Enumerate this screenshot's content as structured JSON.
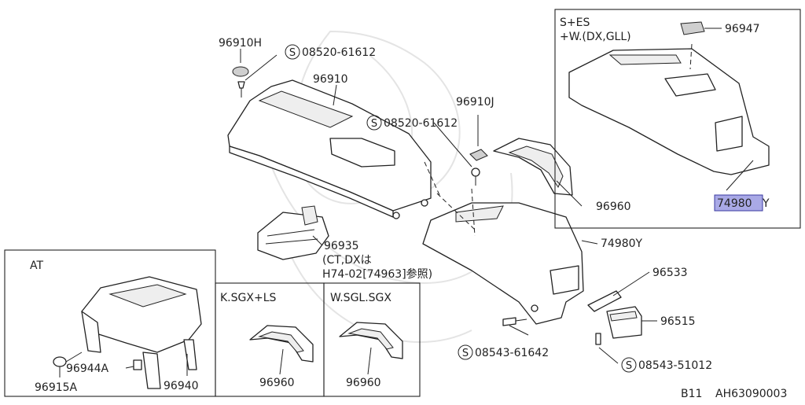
{
  "parts": {
    "p96910H": "96910H",
    "p96910": "96910",
    "s08520_a": "08520-61612",
    "s08520_b": "08520-61612",
    "p96910J": "96910J",
    "p96960_main": "96960",
    "p74980Y_main": "74980Y",
    "p96935": "96935",
    "note_ct1": "(CT,DXは",
    "note_ct2": "H74-02[74963]参照)",
    "p96533": "96533",
    "p96515": "96515",
    "s08543_a": "08543-61642",
    "s08543_b": "08543-51012",
    "p96947": "96947",
    "inset_es_1": "S+ES",
    "inset_es_2": "+W.(DX,GLL)",
    "p74980_inset": "74980",
    "p74980_inset_suffix": "Y",
    "at_label": "AT",
    "p96944A": "96944A",
    "p96915A": "96915A",
    "p96940": "96940",
    "ksgx_label": "K.SGX+LS",
    "p96960_k": "96960",
    "wsgl_label": "W.SGL.SGX",
    "p96960_w": "96960",
    "footer_b11": "B11",
    "footer_code": "AH63090003"
  },
  "symbols": {
    "screw_mark": "S"
  },
  "colors": {
    "highlight": "#a9a9e6"
  }
}
